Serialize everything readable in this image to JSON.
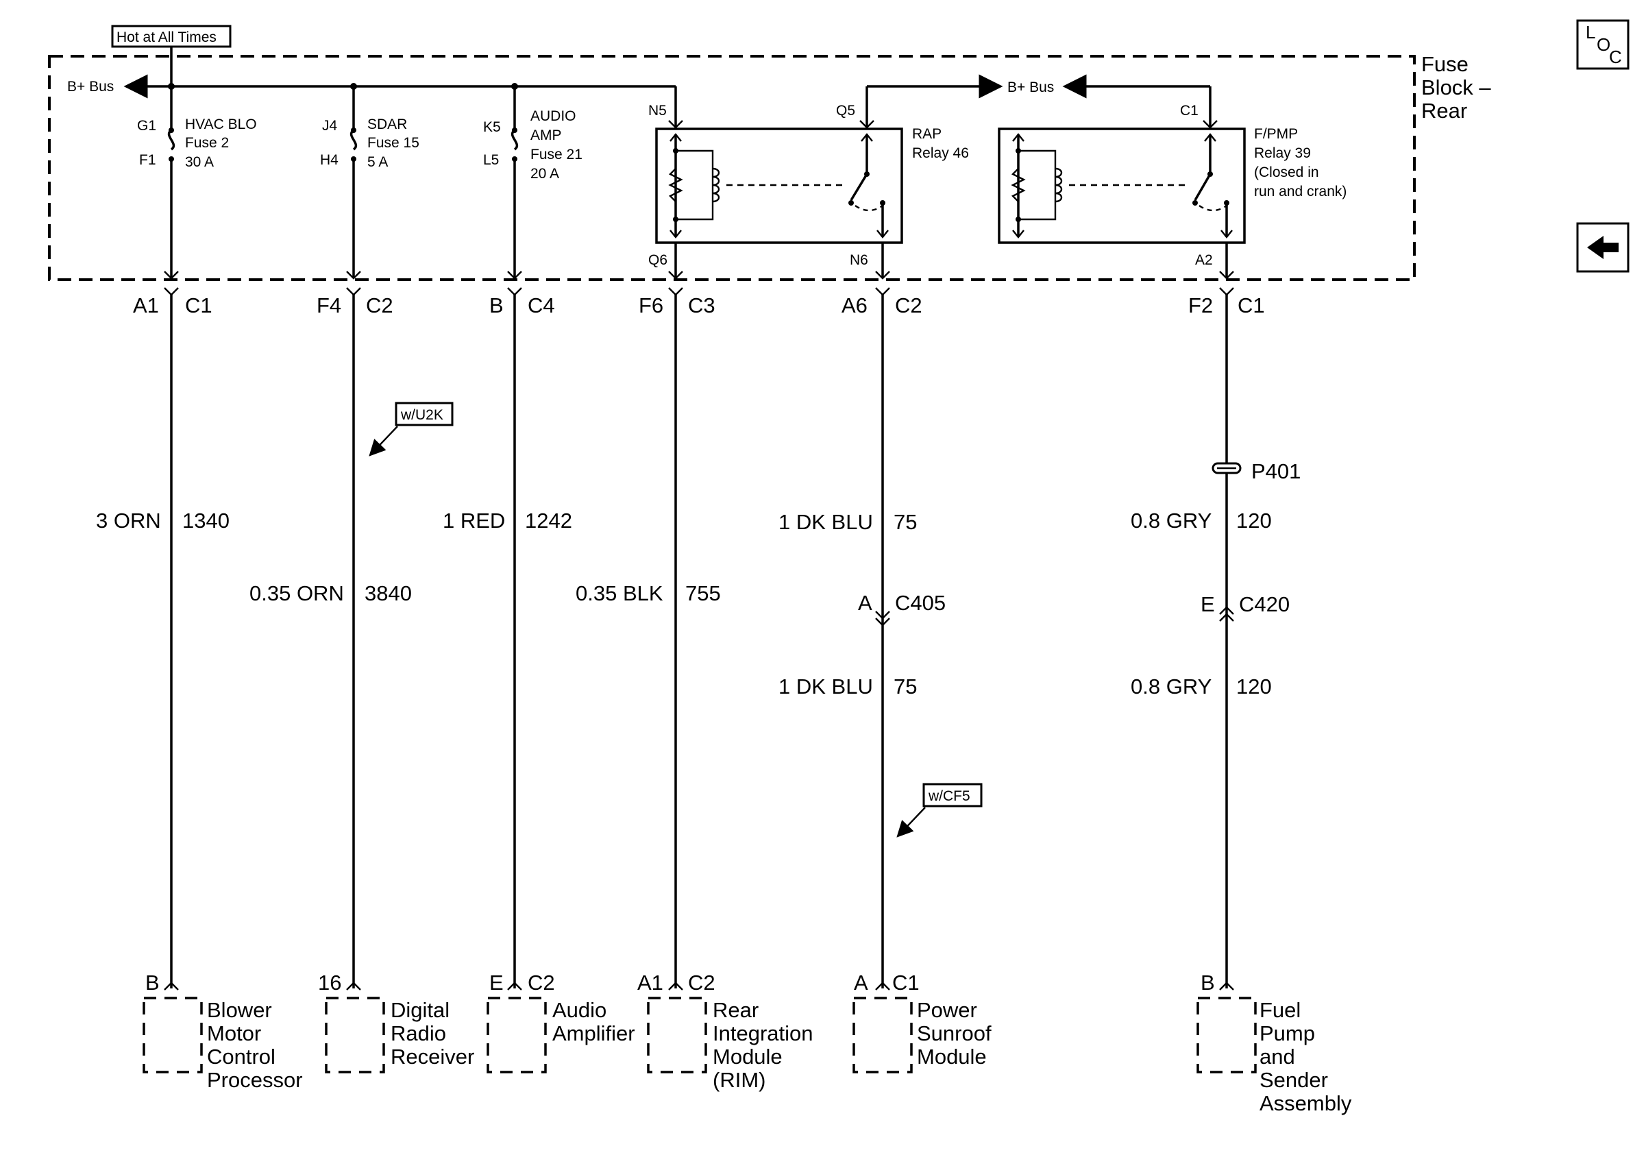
{
  "hot_at_all_times": "Hot at All Times",
  "fuse_block": {
    "line1": "Fuse",
    "line2": "Block –",
    "line3": "Rear"
  },
  "bus_left": "B+ Bus",
  "bus_right": "B+ Bus",
  "loc_icon": {
    "l": "L",
    "o": "O",
    "c": "C"
  },
  "fuses": [
    {
      "top_pin": "G1",
      "bottom_pin": "F1",
      "lines": [
        "HVAC BLO",
        "Fuse 2",
        "30 A"
      ]
    },
    {
      "top_pin": "J4",
      "bottom_pin": "H4",
      "lines": [
        "SDAR",
        "Fuse 15",
        "5 A"
      ]
    },
    {
      "top_pin": "K5",
      "bottom_pin": "L5",
      "lines": [
        "AUDIO",
        "AMP",
        "Fuse 21",
        "20 A"
      ]
    }
  ],
  "relays": [
    {
      "lines": [
        "RAP",
        "Relay 46"
      ],
      "pins": {
        "coil_in": "N5",
        "coil_out": "Q6",
        "switch_in": "Q5",
        "switch_out": "N6"
      }
    },
    {
      "lines": [
        "F/PMP",
        "Relay 39",
        "(Closed in",
        "run and crank)"
      ],
      "pins": {
        "switch_in": "C1",
        "switch_out": "A2"
      }
    }
  ],
  "circuits": [
    {
      "conn_pin": "A1",
      "conn": "C1",
      "wire": "3 ORN",
      "circuit": "1340",
      "comp_pin": "B",
      "comp_conn": "",
      "component": [
        "Blower",
        "Motor",
        "Control",
        "Processor"
      ]
    },
    {
      "conn_pin": "F4",
      "conn": "C2",
      "wire": "0.35 ORN",
      "circuit": "3840",
      "option": "w/U2K",
      "comp_pin": "16",
      "comp_conn": "",
      "component": [
        "Digital",
        "Radio",
        "Receiver"
      ]
    },
    {
      "conn_pin": "B",
      "conn": "C4",
      "wire": "1 RED",
      "circuit": "1242",
      "comp_pin": "E",
      "comp_conn": "C2",
      "component": [
        "Audio",
        "Amplifier"
      ]
    },
    {
      "conn_pin": "F6",
      "conn": "C3",
      "wire": "0.35 BLK",
      "circuit": "755",
      "comp_pin": "A1",
      "comp_conn": "C2",
      "component": [
        "Rear",
        "Integration",
        "Module",
        "(RIM)"
      ]
    },
    {
      "conn_pin": "A6",
      "conn": "C2",
      "wire": "1 DK BLU",
      "circuit": "75",
      "inline_pin": "A",
      "inline_conn": "C405",
      "wire2": "1 DK BLU",
      "circuit2": "75",
      "option": "w/CF5",
      "comp_pin": "A",
      "comp_conn": "C1",
      "component": [
        "Power",
        "Sunroof",
        "Module"
      ]
    },
    {
      "conn_pin": "F2",
      "conn": "C1",
      "splice": "P401",
      "wire": "0.8 GRY",
      "circuit": "120",
      "inline_pin": "E",
      "inline_conn": "C420",
      "wire2": "0.8 GRY",
      "circuit2": "120",
      "comp_pin": "B",
      "comp_conn": "",
      "component": [
        "Fuel",
        "Pump",
        "and",
        "Sender",
        "Assembly"
      ]
    }
  ]
}
